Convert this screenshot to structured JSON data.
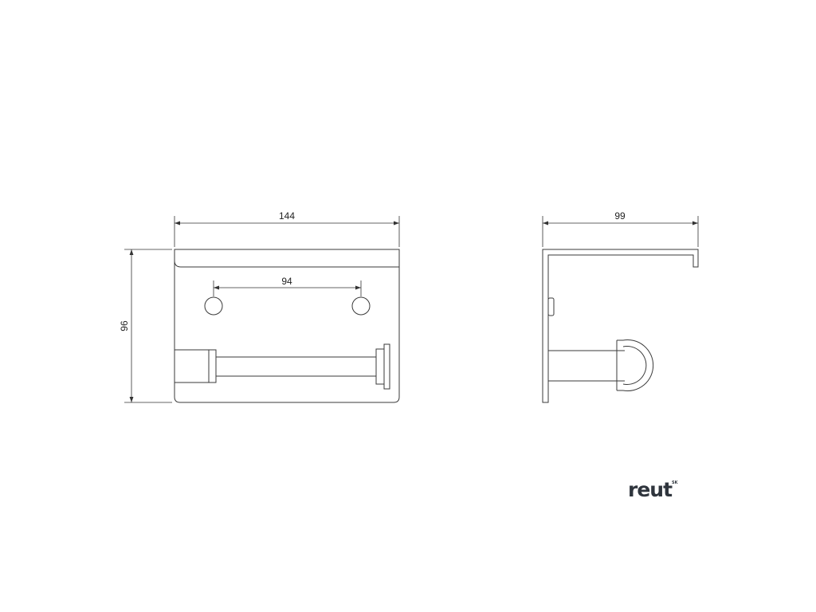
{
  "dimensions": {
    "front_width": "144",
    "front_height": "96",
    "hole_spacing": "94",
    "side_depth": "99"
  },
  "logo": {
    "text": "reut",
    "superscript": "SK"
  },
  "colors": {
    "line": "#3a3a3a",
    "logo": "#2f353d"
  }
}
